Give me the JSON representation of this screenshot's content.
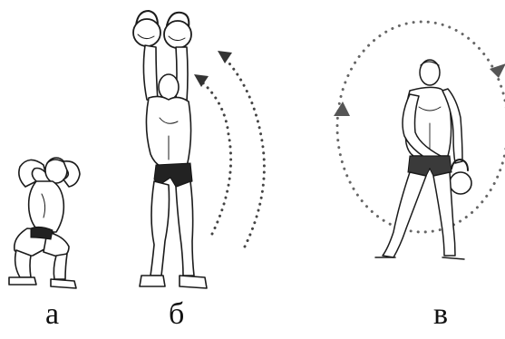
{
  "panels": [
    {
      "id": "a",
      "label": "а"
    },
    {
      "id": "b",
      "label": "б"
    },
    {
      "id": "v",
      "label": "в"
    }
  ],
  "colors": {
    "ink": "#1b1b1b",
    "dots": "#444444",
    "background": "#ffffff"
  },
  "icons": [
    "squat-figure",
    "overhead-kettlebell-figure",
    "swing-figure",
    "kettlebell-icon",
    "arrow-icon"
  ]
}
